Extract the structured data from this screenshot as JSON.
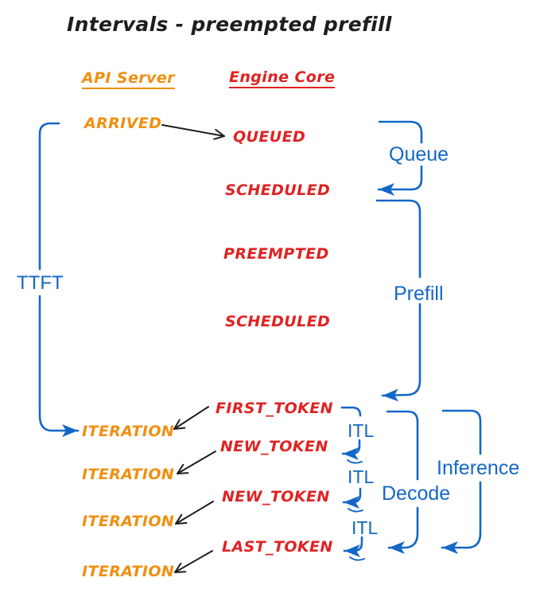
{
  "title": "Intervals - preempted prefill",
  "colors": {
    "orange": "#F08F10",
    "red": "#E02222",
    "blue": "#1467C8",
    "ink": "#1E1E1E"
  },
  "columns": {
    "api_server": "API Server",
    "engine_core": "Engine Core"
  },
  "events": {
    "arrived": "ARRIVED",
    "queued": "QUEUED",
    "scheduled_1": "SCHEDULED",
    "preempted": "PREEMPTED",
    "scheduled_2": "SCHEDULED",
    "first_token": "FIRST_TOKEN",
    "new_token_1": "NEW_TOKEN",
    "new_token_2": "NEW_TOKEN",
    "last_token": "LAST_TOKEN",
    "iteration_1": "ITERATION",
    "iteration_2": "ITERATION",
    "iteration_3": "ITERATION",
    "iteration_4": "ITERATION"
  },
  "intervals": {
    "ttft": "TTFT",
    "queue": "Queue",
    "prefill": "Prefill",
    "itl_1": "ITL",
    "itl_2": "ITL",
    "itl_3": "ITL",
    "decode": "Decode",
    "inference": "Inference"
  }
}
